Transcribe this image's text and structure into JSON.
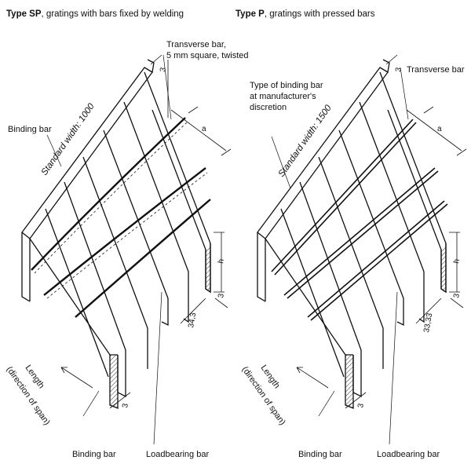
{
  "left": {
    "title_bold": "Type SP",
    "title_rest": ", gratings with bars fixed by welding",
    "transverse_line1": "Transverse bar,",
    "transverse_line2": "5 mm square, twisted",
    "binding_bar_top": "Binding bar",
    "standard_width": "Standard width: 1000",
    "dim_a": "a",
    "dim_h": "h",
    "dim_3_right": "3",
    "dim_pitch": "34,3",
    "dim_3_bottom": "3",
    "dim_3_top": "3",
    "length_line1": "Length",
    "length_line2": "(direction of span)",
    "binding_bar_bottom": "Binding bar",
    "loadbearing_bar": "Loadbearing bar"
  },
  "right": {
    "title_bold": "Type P",
    "title_rest": ", gratings with pressed bars",
    "transverse": "Transverse bar",
    "binding_line1": "Type of binding bar",
    "binding_line2": "at manufacturer's",
    "binding_line3": "discretion",
    "standard_width": "Standard width: 1500",
    "dim_a": "a",
    "dim_h": "h",
    "dim_3_right": "3",
    "dim_pitch": "33,33",
    "dim_3_bottom": "3",
    "dim_3_top": "3",
    "length_line1": "Length",
    "length_line2": "(direction of span)",
    "binding_bar_bottom": "Binding bar",
    "loadbearing_bar": "Loadbearing bar"
  }
}
